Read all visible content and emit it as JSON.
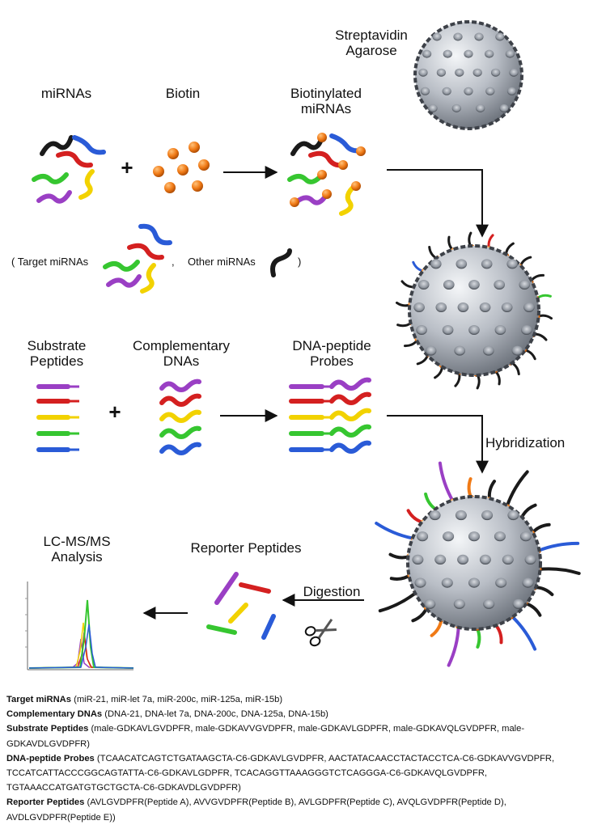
{
  "labels": {
    "streptavidin": "Streptavidin\nAgarose",
    "mirnas": "miRNAs",
    "biotin": "Biotin",
    "biotinylated": "Biotinylated\nmiRNAs",
    "target_open": "( Target miRNAs",
    "comma": ",",
    "other": "Other miRNAs",
    "close": ")",
    "substrate": "Substrate\nPeptides",
    "complementary": "Complementary\nDNAs",
    "probes": "DNA-peptide\nProbes",
    "hybridization": "Hybridization",
    "lcms": "LC-MS/MS\nAnalysis",
    "reporter": "Reporter Peptides",
    "digestion": "Digestion",
    "plus1": "+",
    "plus2": "+"
  },
  "colors": {
    "black": "#1a1a1a",
    "blue": "#2a5bd7",
    "red": "#d42020",
    "green": "#36c630",
    "purple": "#9a3fc4",
    "yellow": "#f2d200",
    "orange": "#f07a16",
    "bead": "#b9bec6"
  },
  "legend": [
    {
      "head": "Target miRNAs",
      "body": "(miR-21, miR-let 7a, miR-200c, miR-125a, miR-15b)"
    },
    {
      "head": "Complementary DNAs",
      "body": "(DNA-21, DNA-let 7a, DNA-200c, DNA-125a, DNA-15b)"
    },
    {
      "head": "Substrate Peptides",
      "body": "(male-GDKAVLGVDPFR, male-GDKAVVGVDPFR, male-GDKAVLGDPFR, male-GDKAVQLGVDPFR, male-GDKAVDLGVDPFR)"
    },
    {
      "head": "DNA-peptide Probes",
      "body": "(TCAACATCAGTCTGATAAGCTA-C6-GDKAVLGVDPFR, AACTATACAACCTACTACCTCA-C6-GDKAVVGVDPFR, TCCATCATTACCCGGCAGTATTA-C6-GDKAVLGDPFR, TCACAGGTTAAAGGGTCTCAGGGA-C6-GDKAVQLGVDPFR, TGTAAACCATGATGTGCTGCTA-C6-GDKAVDLGVDPFR)"
    },
    {
      "head": "Reporter Peptides",
      "body": "(AVLGVDPFR(Peptide A), AVVGVDPFR(Peptide B), AVLGDPFR(Peptide C), AVQLGVDPFR(Peptide D), AVDLGVDPFR(Peptide E))"
    }
  ]
}
